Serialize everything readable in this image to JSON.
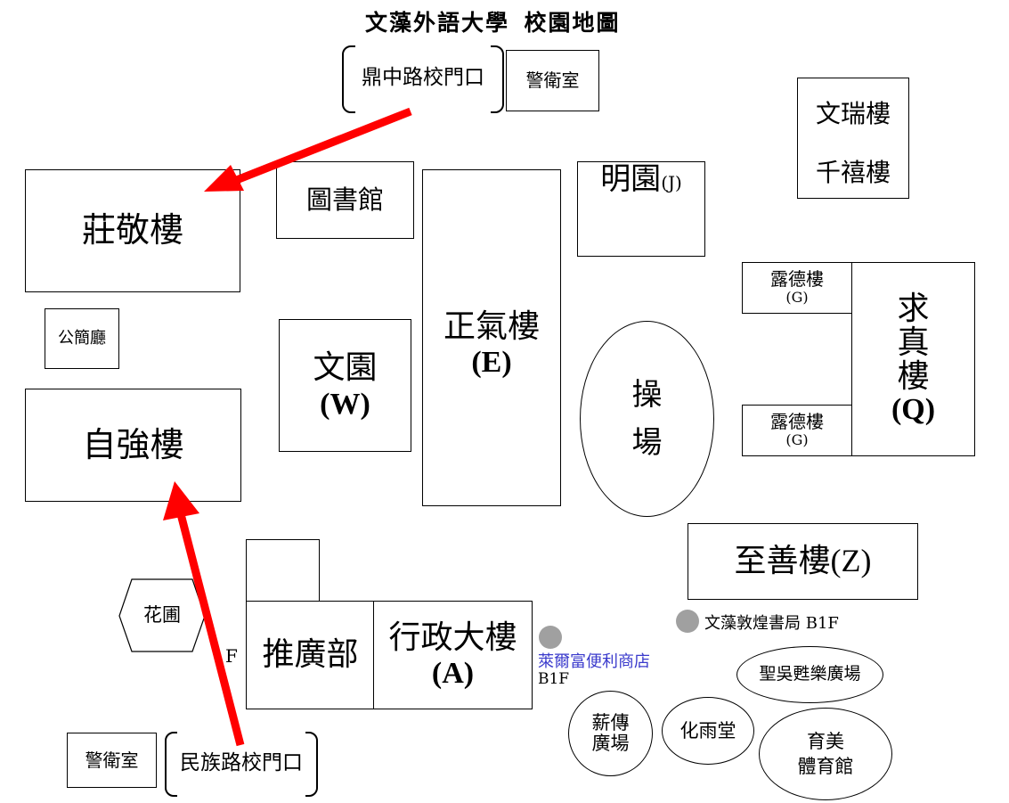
{
  "map": {
    "title": "文藻外語大學  校園地圖",
    "gates": {
      "dingzhong": "鼎中路校門口",
      "minzu": "民族路校門口"
    },
    "buildings": {
      "guard_top": "警衛室",
      "guard_bottom": "警衛室",
      "zhuangjing": "莊敬樓",
      "library": "圖書館",
      "zhengqi": "正氣樓",
      "zhengqi_code": "(E)",
      "mingyuan": "明園",
      "mingyuan_code": "(J)",
      "wenrui": "文瑞樓",
      "qianxi": "千禧樓",
      "lude_top": "露德樓",
      "lude_top_code": "(G)",
      "lude_bottom": "露德樓",
      "lude_bottom_code": "(G)",
      "qiuzhen_chars": [
        "求",
        "真",
        "樓"
      ],
      "qiuzhen_code": "(Q)",
      "gongjian": "公簡廳",
      "wenyuan": "文園",
      "wenyuan_code": "(W)",
      "caochang_chars": [
        "操",
        "場"
      ],
      "ziqiang": "自強樓",
      "zhishan": "至善樓(Z)",
      "garden": "花圃",
      "tuiguang": "推廣部",
      "xingzheng": "行政大樓",
      "xingzheng_code": "(A)",
      "stray_f": "F",
      "xinchuan": [
        "薪傳",
        "廣場"
      ],
      "huayu": "化雨堂",
      "yumei": [
        "育美",
        "體育館"
      ],
      "shengwu": "聖吳甦樂廣場"
    },
    "pois": {
      "bookstore": "文藻敦煌書局 B1F",
      "store_name": "萊爾富便利商店",
      "store_floor": "B1F"
    },
    "colors": {
      "arrow": "#ff0000",
      "poi_dot": "#a0a0a0",
      "store_text": "#3a3acc"
    }
  }
}
